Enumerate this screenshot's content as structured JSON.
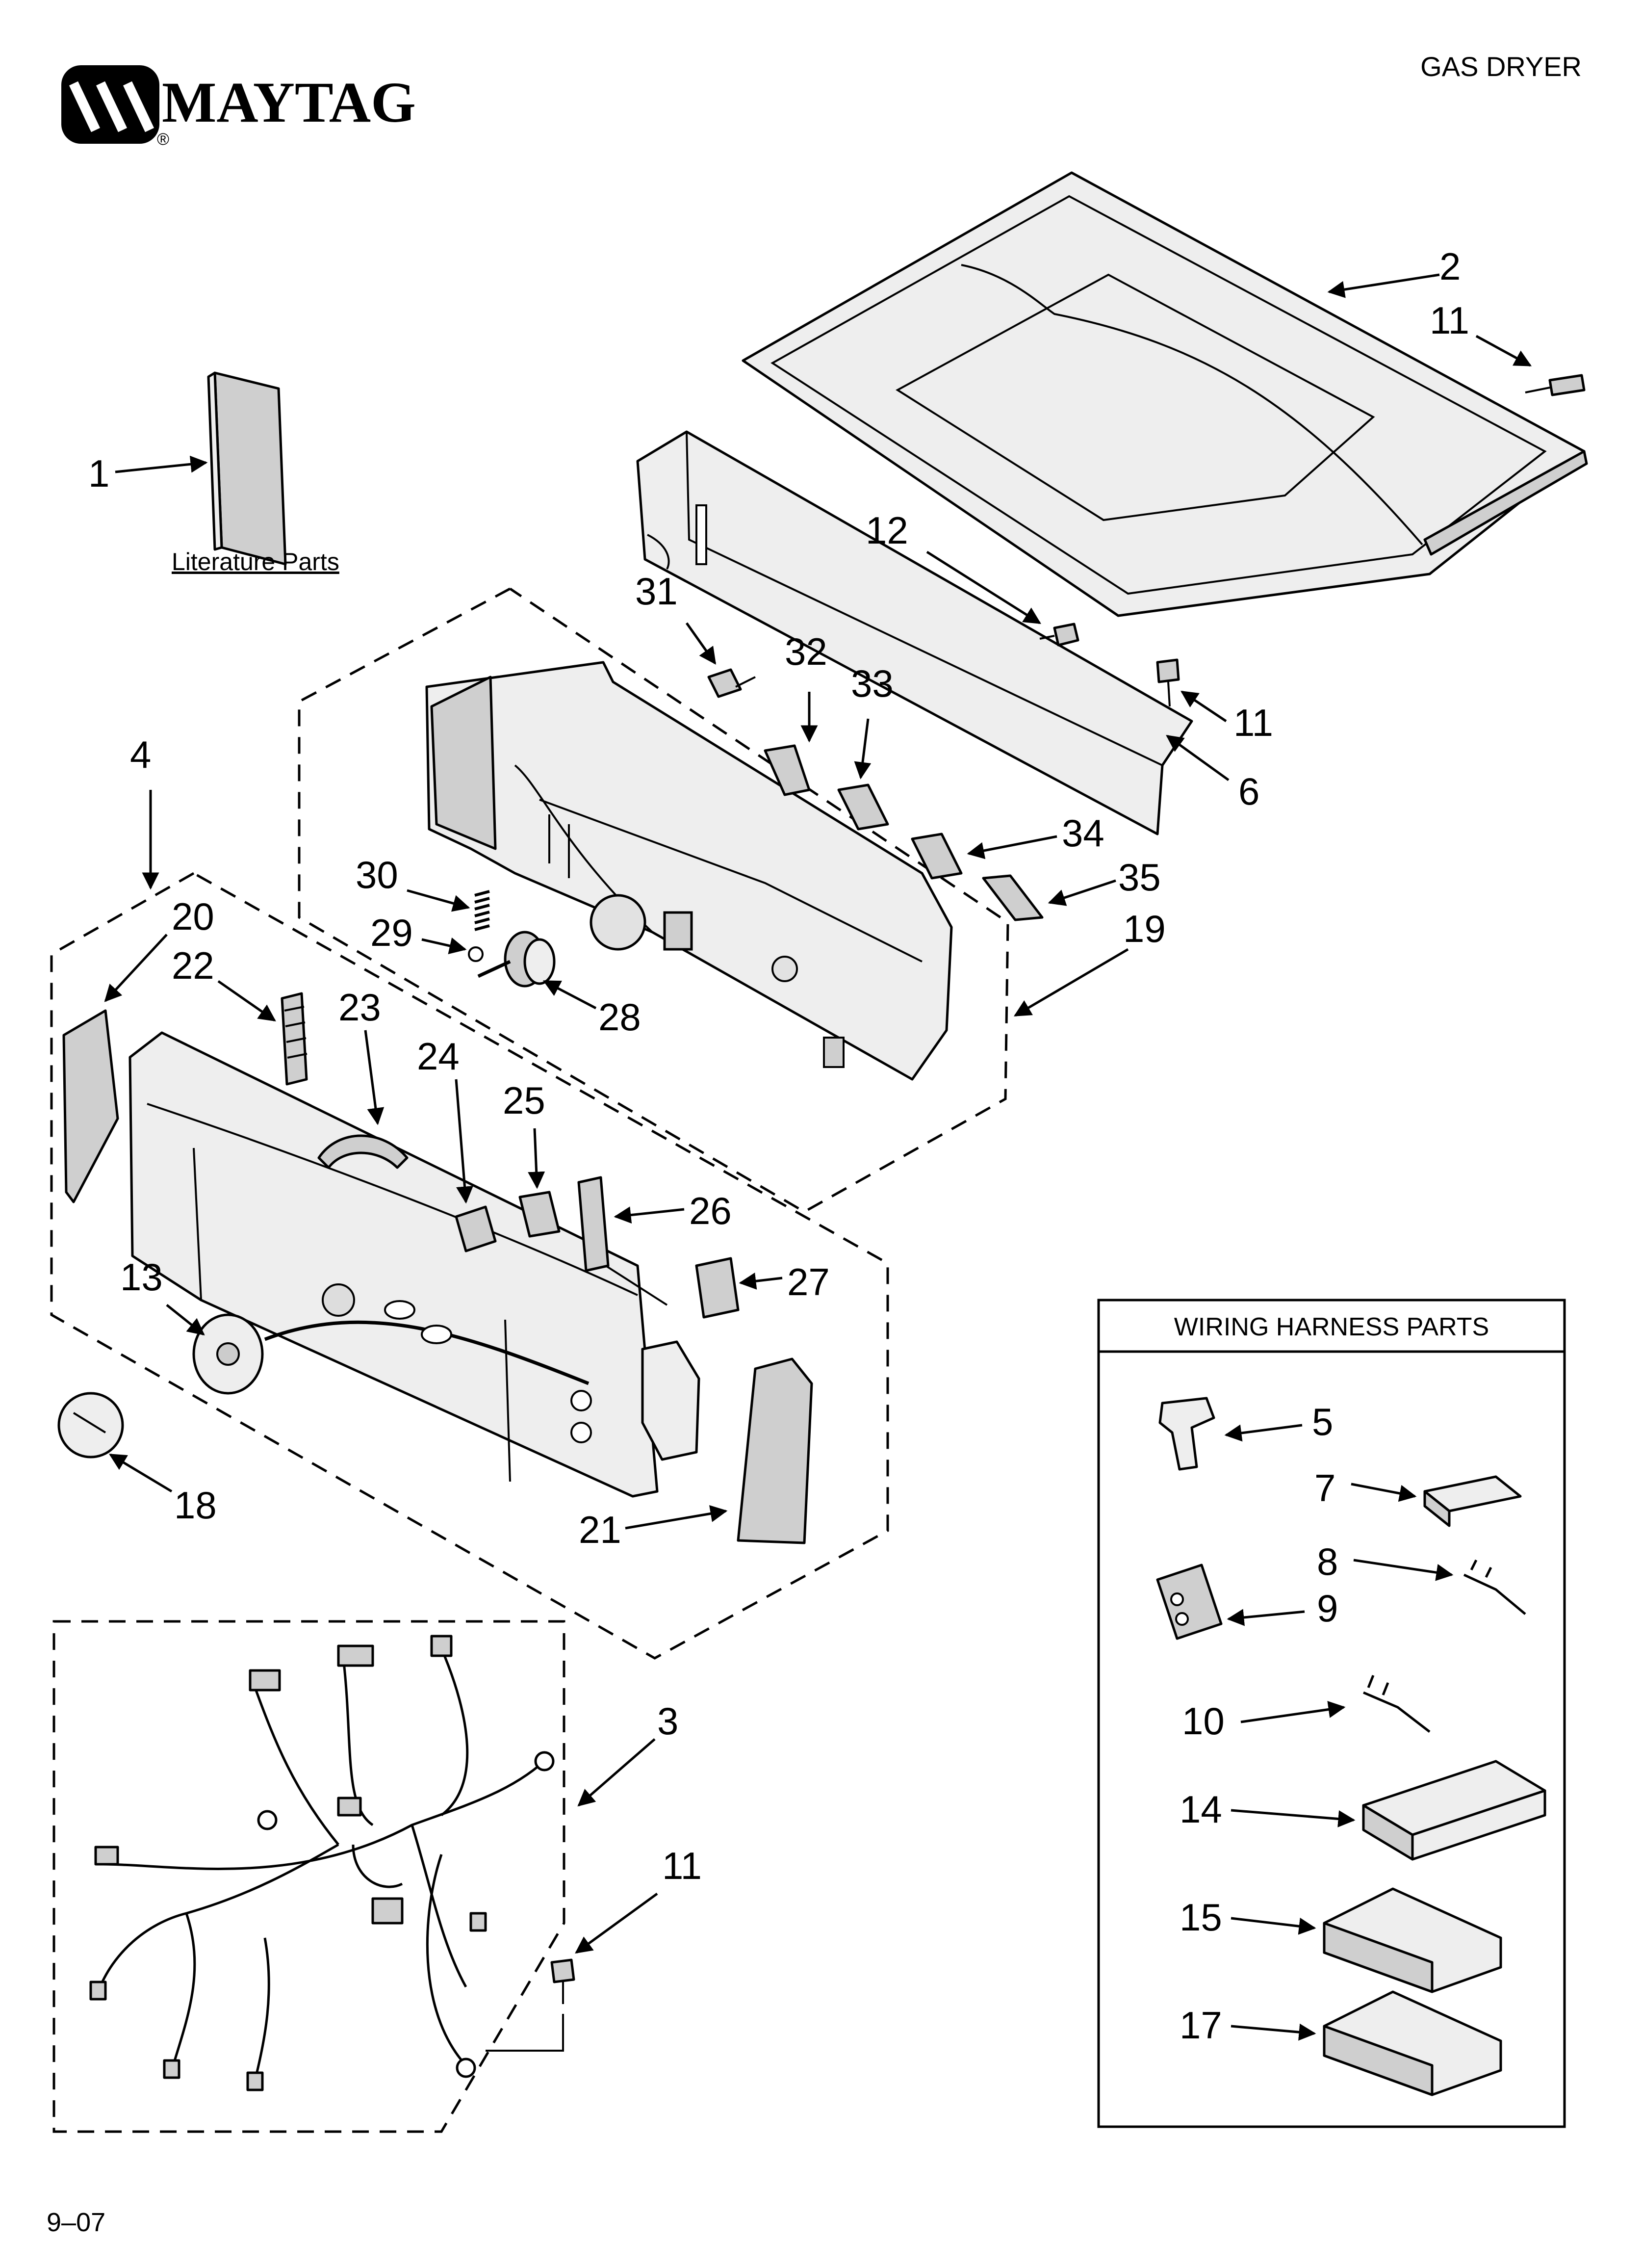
{
  "header": {
    "brand": "MAYTAG",
    "registered_mark": "®",
    "document_title": "GAS DRYER"
  },
  "footer": {
    "revision": "9–07"
  },
  "literature": {
    "caption": "Literature Parts"
  },
  "wiring_box": {
    "title": "WIRING HARNESS PARTS"
  },
  "callouts": {
    "c1": "1",
    "c2": "2",
    "c3": "3",
    "c4": "4",
    "c5": "5",
    "c6": "6",
    "c7": "7",
    "c8": "8",
    "c9": "9",
    "c10": "10",
    "c11a": "11",
    "c11b": "11",
    "c11c": "11",
    "c12": "12",
    "c13": "13",
    "c14": "14",
    "c15": "15",
    "c17": "17",
    "c18": "18",
    "c19": "19",
    "c20": "20",
    "c21": "21",
    "c22": "22",
    "c23": "23",
    "c24": "24",
    "c25": "25",
    "c26": "26",
    "c27": "27",
    "c28": "28",
    "c29": "29",
    "c30": "30",
    "c31": "31",
    "c32": "32",
    "c33": "33",
    "c34": "34",
    "c35": "35"
  }
}
